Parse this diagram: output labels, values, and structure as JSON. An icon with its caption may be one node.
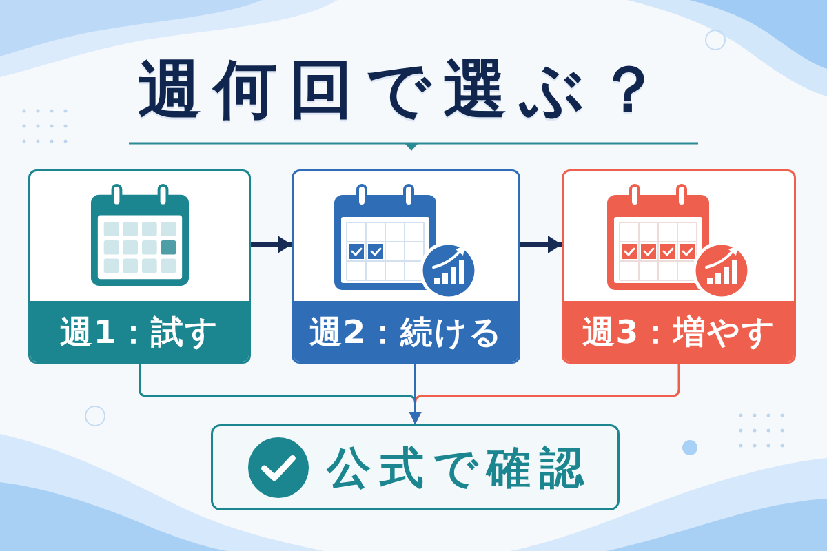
{
  "diagram": {
    "title": "週何回で選ぶ？",
    "nodes": [
      {
        "text": [
          "週1：試す"
        ]
      },
      {
        "text": [
          "週2：続ける"
        ]
      },
      {
        "text": [
          "週3：増やす"
        ]
      },
      {
        "text": [
          "公式で確認"
        ]
      }
    ],
    "edges": [
      {
        "from": 0,
        "to": 1,
        "arrow": "to",
        "style": "thick",
        "color": "#172b55"
      },
      {
        "from": 1,
        "to": 2,
        "arrow": "to",
        "style": "thick",
        "color": "#172b55"
      },
      {
        "from": 0,
        "to": 3,
        "arrow": "to",
        "color": "#1b8590"
      },
      {
        "from": 2,
        "to": 3,
        "arrow": "to",
        "color": "#ef5f4e"
      },
      {
        "from": 1,
        "to": 3,
        "arrow": "to",
        "color": "#2f6db6"
      }
    ]
  }
}
